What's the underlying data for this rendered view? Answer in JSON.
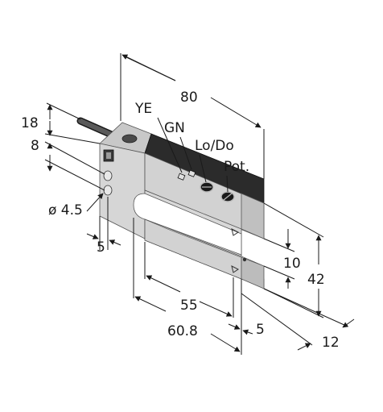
{
  "labels": {
    "len_80": "80",
    "h_18": "18",
    "d_8": "8",
    "dia": "ø 4.5",
    "d_5_left": "5",
    "d_10": "10",
    "d_42": "42",
    "d_55": "55",
    "d_60_8": "60.8",
    "d_5_bottom": "5",
    "d_12": "12",
    "led_ye": "YE",
    "led_gn": "GN",
    "sw_lodo": "Lo/Do",
    "pot": "Pot."
  },
  "colors": {
    "housing_top": "#c8c8c8",
    "housing_front": "#d4d4d4",
    "housing_side": "#b8b8b8",
    "dark_strip": "#2b2b2b",
    "dark_strip_side": "#3a3a3a",
    "line": "#1a1a1a"
  }
}
